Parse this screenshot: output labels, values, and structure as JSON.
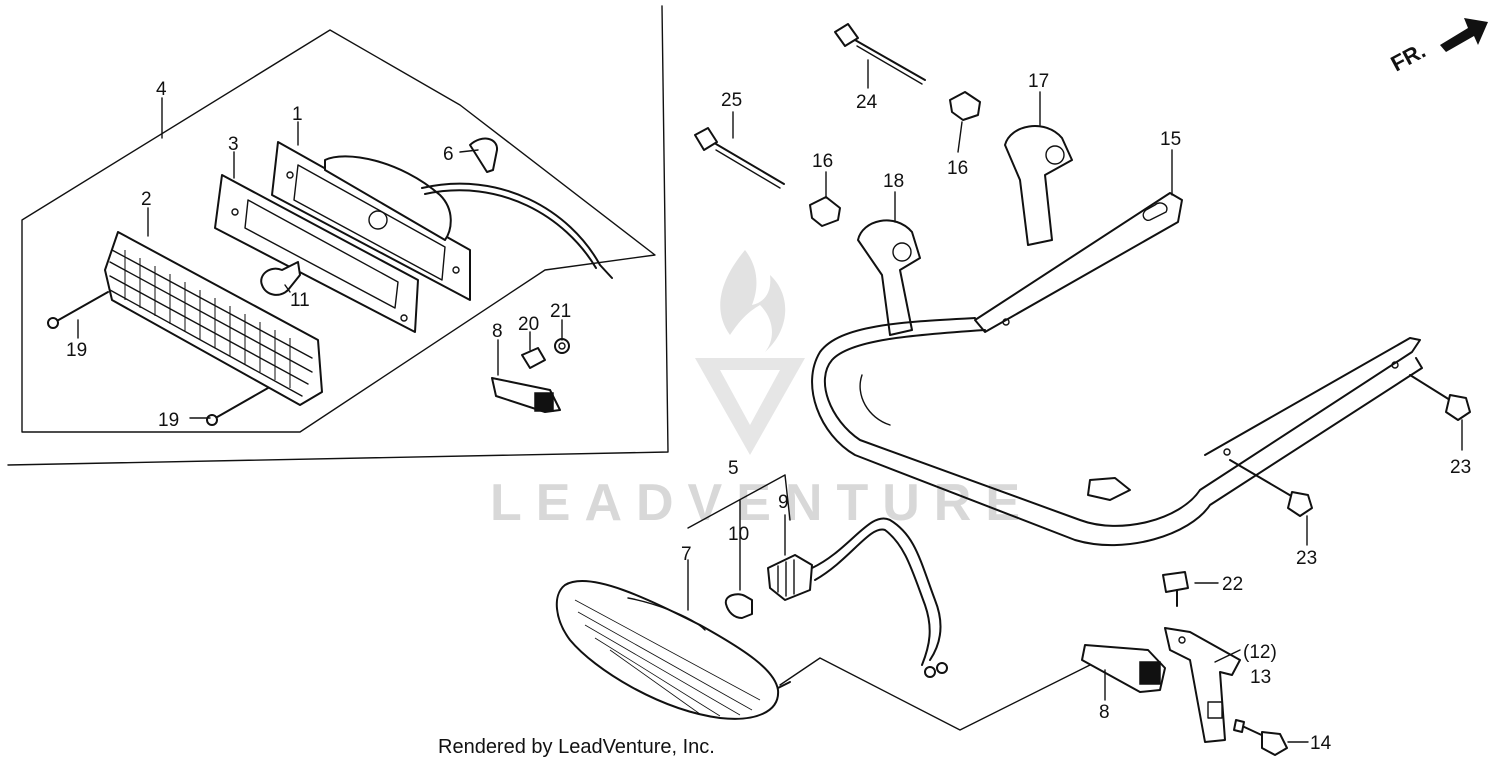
{
  "callouts": [
    {
      "id": "c1",
      "label": "1"
    },
    {
      "id": "c2",
      "label": "2"
    },
    {
      "id": "c3",
      "label": "3"
    },
    {
      "id": "c4",
      "label": "4"
    },
    {
      "id": "c5",
      "label": "5"
    },
    {
      "id": "c6",
      "label": "6"
    },
    {
      "id": "c7",
      "label": "7"
    },
    {
      "id": "c8a",
      "label": "8"
    },
    {
      "id": "c8b",
      "label": "8"
    },
    {
      "id": "c9",
      "label": "9"
    },
    {
      "id": "c10",
      "label": "10"
    },
    {
      "id": "c11",
      "label": "11"
    },
    {
      "id": "c12",
      "label": "(12)"
    },
    {
      "id": "c13",
      "label": "13"
    },
    {
      "id": "c14",
      "label": "14"
    },
    {
      "id": "c15",
      "label": "15"
    },
    {
      "id": "c16a",
      "label": "16"
    },
    {
      "id": "c16b",
      "label": "16"
    },
    {
      "id": "c17",
      "label": "17"
    },
    {
      "id": "c18",
      "label": "18"
    },
    {
      "id": "c19a",
      "label": "19"
    },
    {
      "id": "c19b",
      "label": "19"
    },
    {
      "id": "c20",
      "label": "20"
    },
    {
      "id": "c21",
      "label": "21"
    },
    {
      "id": "c22",
      "label": "22"
    },
    {
      "id": "c23a",
      "label": "23"
    },
    {
      "id": "c23b",
      "label": "23"
    },
    {
      "id": "c24",
      "label": "24"
    },
    {
      "id": "c25",
      "label": "25"
    }
  ],
  "direction_label": "FR.",
  "watermark": "LEADVENTURE",
  "footer": "Rendered by LeadVenture, Inc.",
  "colors": {
    "ink": "#111111",
    "watermark": "#d8d8d8",
    "background": "#ffffff"
  }
}
